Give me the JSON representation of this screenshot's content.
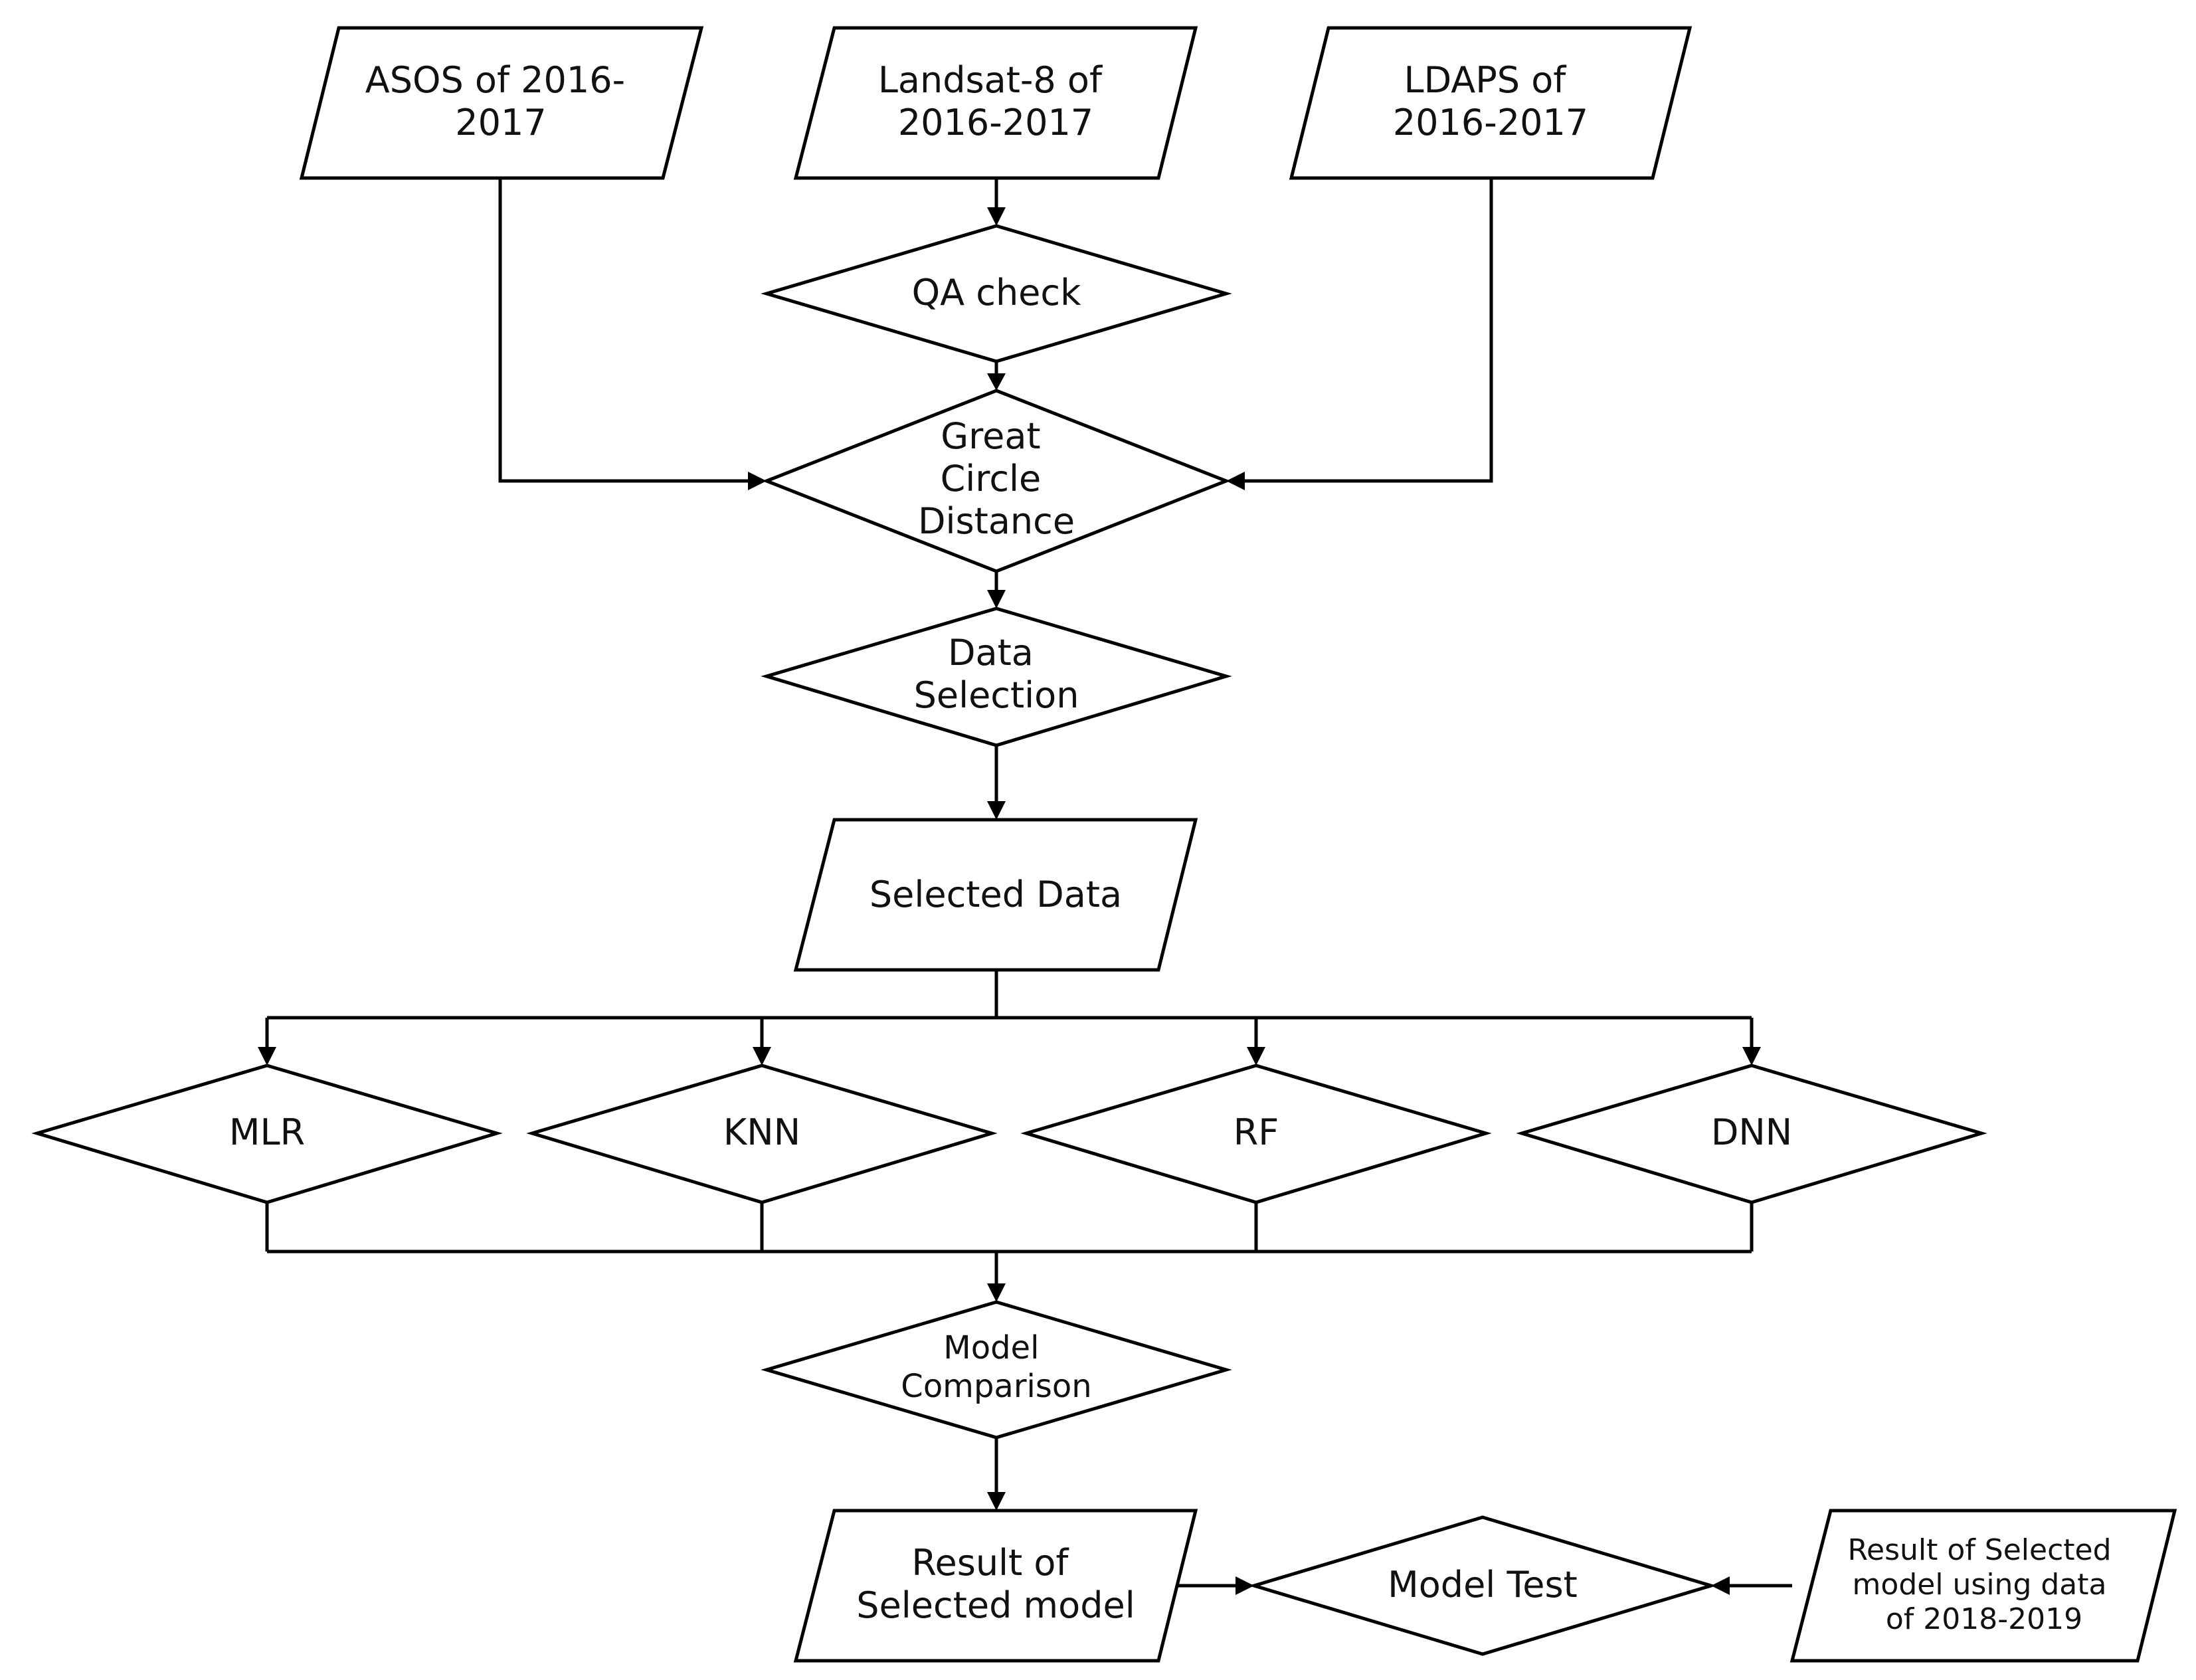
{
  "nodes": {
    "asos": {
      "type": "parallelogram",
      "lines": [
        "ASOS of 2016-",
        "2017"
      ]
    },
    "landsat": {
      "type": "parallelogram",
      "lines": [
        "Landsat-8 of",
        "2016-2017"
      ]
    },
    "ldaps": {
      "type": "parallelogram",
      "lines": [
        "LDAPS of",
        "2016-2017"
      ]
    },
    "qa_check": {
      "type": "diamond",
      "lines": [
        "QA check"
      ]
    },
    "gcd": {
      "type": "diamond",
      "lines": [
        "Great",
        "Circle",
        "Distance"
      ]
    },
    "data_sel": {
      "type": "diamond",
      "lines": [
        "Data",
        "Selection"
      ]
    },
    "selected": {
      "type": "parallelogram",
      "lines": [
        "Selected Data"
      ]
    },
    "mlr": {
      "type": "diamond",
      "lines": [
        "MLR"
      ]
    },
    "knn": {
      "type": "diamond",
      "lines": [
        "KNN"
      ]
    },
    "rf": {
      "type": "diamond",
      "lines": [
        "RF"
      ]
    },
    "dnn": {
      "type": "diamond",
      "lines": [
        "DNN"
      ]
    },
    "model_cmp": {
      "type": "diamond",
      "lines": [
        "Model",
        "Comparison"
      ]
    },
    "result_sel": {
      "type": "parallelogram",
      "lines": [
        "Result of",
        "Selected model"
      ]
    },
    "model_test": {
      "type": "diamond",
      "lines": [
        "Model Test"
      ]
    },
    "result_test": {
      "type": "parallelogram",
      "lines": [
        "Result of Selected",
        "model using data",
        "of 2018-2019"
      ]
    }
  },
  "edges": [
    [
      "landsat",
      "qa_check"
    ],
    [
      "qa_check",
      "gcd"
    ],
    [
      "asos",
      "gcd"
    ],
    [
      "ldaps",
      "gcd"
    ],
    [
      "gcd",
      "data_sel"
    ],
    [
      "data_sel",
      "selected"
    ],
    [
      "selected",
      "mlr"
    ],
    [
      "selected",
      "knn"
    ],
    [
      "selected",
      "rf"
    ],
    [
      "selected",
      "dnn"
    ],
    [
      "mlr",
      "model_cmp"
    ],
    [
      "knn",
      "model_cmp"
    ],
    [
      "rf",
      "model_cmp"
    ],
    [
      "dnn",
      "model_cmp"
    ],
    [
      "model_cmp",
      "result_sel"
    ],
    [
      "result_sel",
      "model_test"
    ],
    [
      "result_test",
      "model_test"
    ]
  ]
}
